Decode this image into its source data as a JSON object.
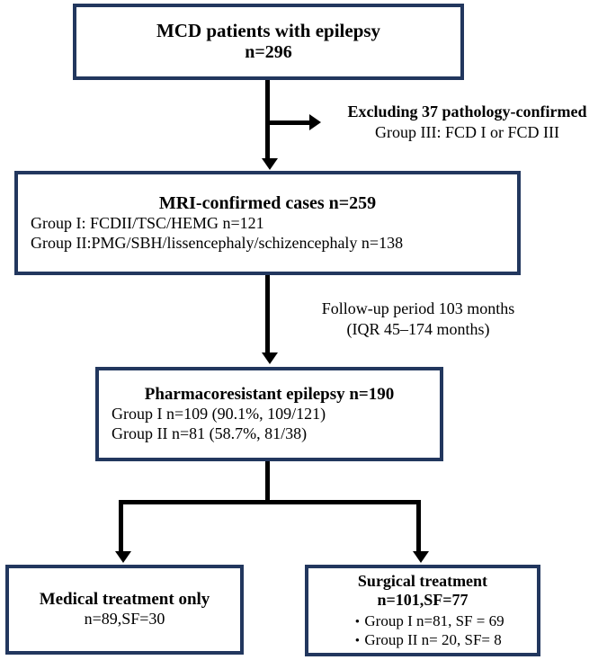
{
  "diagram": {
    "type": "flowchart",
    "title": "MCD epilepsy patient cohort flow diagram",
    "border_color": "#22375e",
    "connector_color": "#000000",
    "background": "#ffffff"
  },
  "nodes": {
    "cohort": {
      "title": "MCD patients with epilepsy",
      "count_line": "n=296"
    },
    "mri": {
      "title": "MRI-confirmed cases n=259",
      "line1": "Group I: FCDII/TSC/HEMG n=121",
      "line2": "Group II:PMG/SBH/lissencephaly/schizencephaly n=138"
    },
    "pharmaco": {
      "title": "Pharmacoresistant epilepsy n=190",
      "line1": "Group I n=109 (90.1%, 109/121)",
      "line2": "Group II n=81 (58.7%, 81/38)"
    },
    "medical": {
      "title": "Medical treatment only",
      "line1": "n=89,SF=30"
    },
    "surgical": {
      "title": "Surgical treatment",
      "subtitle": "n=101,SF=77",
      "bullet_glyph": "•",
      "bullets": [
        "Group I n=81, SF = 69",
        "Group II n= 20, SF= 8"
      ]
    }
  },
  "annotations": {
    "exclusion": {
      "line1": "Excluding 37 pathology-confirmed",
      "line2": "Group III: FCD I or FCD III"
    },
    "followup": {
      "line1": "Follow-up period 103 months",
      "line2": "(IQR 45–174 months)"
    }
  }
}
